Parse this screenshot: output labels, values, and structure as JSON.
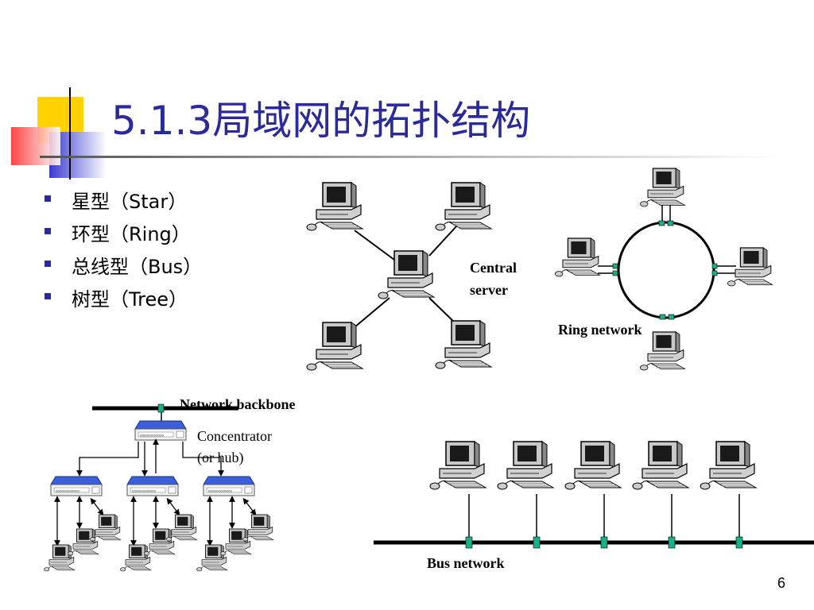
{
  "slide": {
    "title": "5.1.3局域网的拓扑结构",
    "bullets": [
      "星型（Star）",
      "环型（Ring）",
      "总线型（Bus）",
      "树型（Tree）"
    ],
    "page_number": "6"
  },
  "diagrams": {
    "star": {
      "label_line1": "Central",
      "label_line2": "server"
    },
    "ring": {
      "label": "Ring network"
    },
    "tree": {
      "backbone_label": "Network backbone",
      "hub_label_line1": "Concentrator",
      "hub_label_line2": "(or hub)"
    },
    "bus": {
      "label": "Bus network"
    }
  },
  "colors": {
    "title": "#2a2a9a",
    "bullet": "#2a2a9a",
    "hub": "#3a5fd8",
    "connector": "#19b08a"
  }
}
